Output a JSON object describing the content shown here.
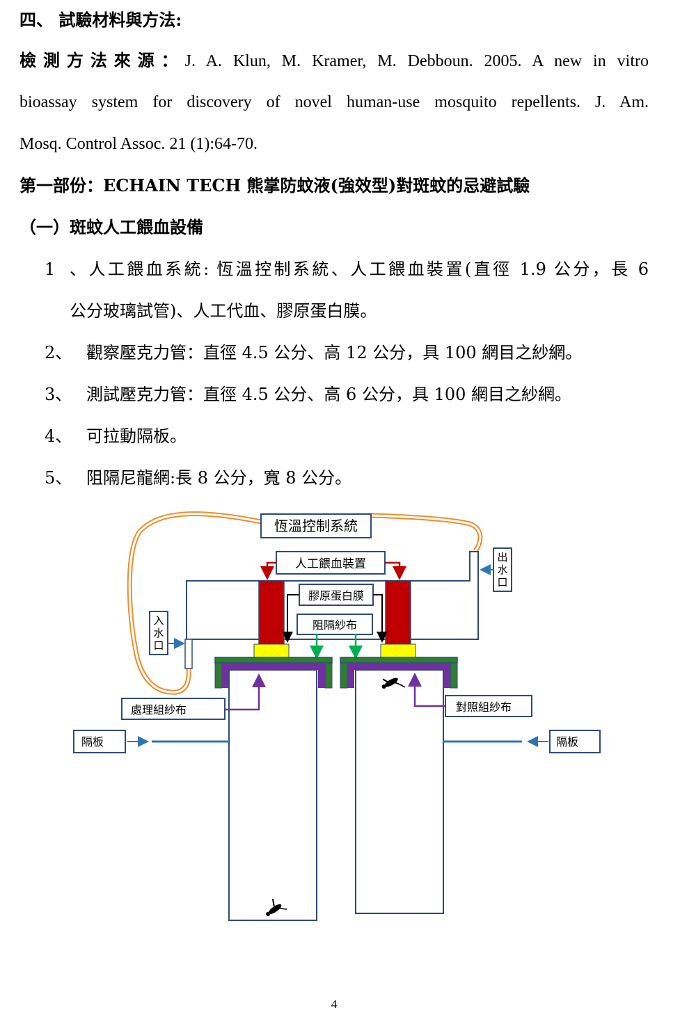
{
  "section_heading": "四、 試驗材料與方法:",
  "source": {
    "label": "檢測方法來源：",
    "line1": "J. A. Klun, M. Kramer, M. Debboun. 2005. A new in vitro",
    "line2": "bioassay system for discovery of novel human-use mosquito repellents. J. Am.",
    "line3": "Mosq. Control Assoc. 21 (1):64-70."
  },
  "part_heading": "第一部份：ECHAIN TECH 熊掌防蚊液(強效型)對斑蚊的忌避試驗",
  "sub_heading": "（一）斑蚊人工餵血設備",
  "items": [
    {
      "num": "1、",
      "text": "人工餵血系統: 恆溫控制系統、人工餵血裝置(直徑 1.9 公分，長 6",
      "cont": "公分玻璃試管)、人工代血、膠原蛋白膜。"
    },
    {
      "num": "2、",
      "text": "觀察壓克力管：直徑 4.5 公分、高 12 公分，具 100 網目之紗網。"
    },
    {
      "num": "3、",
      "text": "測試壓克力管：直徑 4.5 公分、高 6 公分，具 100 網目之紗網。"
    },
    {
      "num": "4、",
      "text": "可拉動隔板。"
    },
    {
      "num": "5、",
      "text": "阻隔尼龍網:長 8 公分，寬 8 公分。"
    }
  ],
  "diagram": {
    "thermostat": "恆溫控制系統",
    "feeder": "人工餵血裝置",
    "collagen": "膠原蛋白膜",
    "barrier_gauze": "阻隔紗布",
    "outlet": [
      "出",
      "水",
      "口"
    ],
    "inlet": [
      "入",
      "水",
      "口"
    ],
    "treated_gauze": "處理組紗布",
    "control_gauze": "對照組紗布",
    "partition_left": "隔板",
    "partition_right": "隔板",
    "colors": {
      "tube": "#f28c28",
      "blood": "#c00000",
      "yellow": "#ffff00",
      "green": "#2e7d32",
      "purple": "#7030a0",
      "blue_arrow": "#2e75b6",
      "green_arrow": "#00b050",
      "outline": "#2f4a7a"
    }
  },
  "page_number": "4"
}
